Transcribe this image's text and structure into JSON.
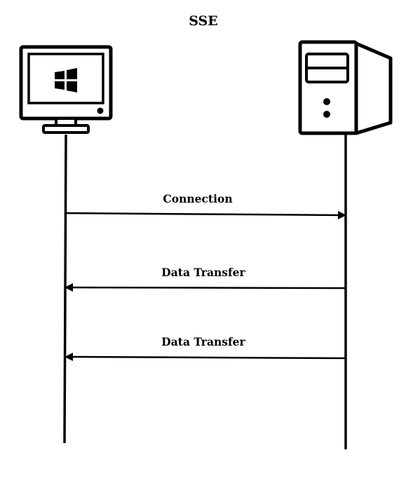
{
  "title": "SSE",
  "participants": [
    {
      "role": "client",
      "icon": "windows-desktop-monitor-icon"
    },
    {
      "role": "server",
      "icon": "server-tower-icon"
    }
  ],
  "messages": [
    {
      "label": "Connection",
      "direction": "client-to-server"
    },
    {
      "label": "Data Transfer",
      "direction": "server-to-client"
    },
    {
      "label": "Data Transfer",
      "direction": "server-to-client"
    }
  ],
  "colors": {
    "stroke": "#000000",
    "background": "#ffffff"
  }
}
